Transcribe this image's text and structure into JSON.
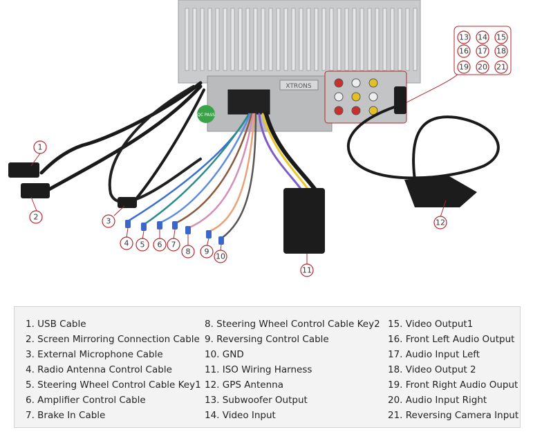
{
  "diagram": {
    "callouts": [
      "1",
      "2",
      "3",
      "4",
      "5",
      "6",
      "7",
      "8",
      "9",
      "10",
      "11",
      "12",
      "13",
      "14",
      "15",
      "16",
      "17",
      "18",
      "19",
      "20",
      "21"
    ],
    "device_brand": "XTRONS",
    "qc_label": "QC PASS"
  },
  "legend": {
    "col1": [
      "1. USB Cable",
      "2. Screen Mirroring Connection Cable",
      "3. External Microphone Cable",
      "4. Radio Antenna Control Cable",
      "5. Steering Wheel Control Cable Key1",
      "6. Amplifier Control Cable",
      "7. Brake In Cable"
    ],
    "col2": [
      "8. Steering Wheel Control Cable Key2",
      "9. Reversing Control Cable",
      "10. GND",
      "11. ISO Wiring Harness",
      "12. GPS Antenna",
      "13. Subwoofer Output",
      "14. Video Input"
    ],
    "col3": [
      "15. Video Output1",
      "16. Front Left Audio Output",
      "17. Audio Input Left",
      "18. Video Output 2",
      "19. Front Right Audio Ouput",
      "20. Audio Input Right",
      "21. Reversing Camera Input"
    ]
  }
}
